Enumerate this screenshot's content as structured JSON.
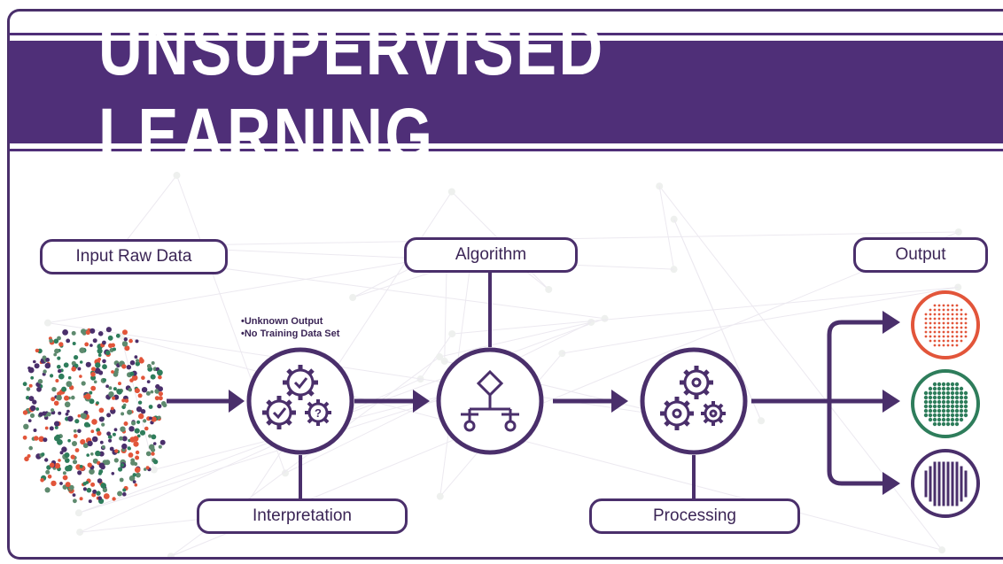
{
  "title": "UNSUPERVISED LEARNING",
  "stages": {
    "input": "Input Raw Data",
    "interpretation": "Interpretation",
    "algorithm": "Algorithm",
    "processing": "Processing",
    "output": "Output"
  },
  "notes": [
    "•Unknown Output",
    "•No Training Data Set"
  ],
  "icons": {
    "interpretation": "gears-check-question-icon",
    "algorithm": "flowchart-icon",
    "processing": "gears-icon"
  },
  "colors": {
    "primary": "#4f2f78",
    "cluster_red": "#e2553a",
    "cluster_green": "#2e7d5b",
    "cluster_purple": "#4a2f6b"
  }
}
